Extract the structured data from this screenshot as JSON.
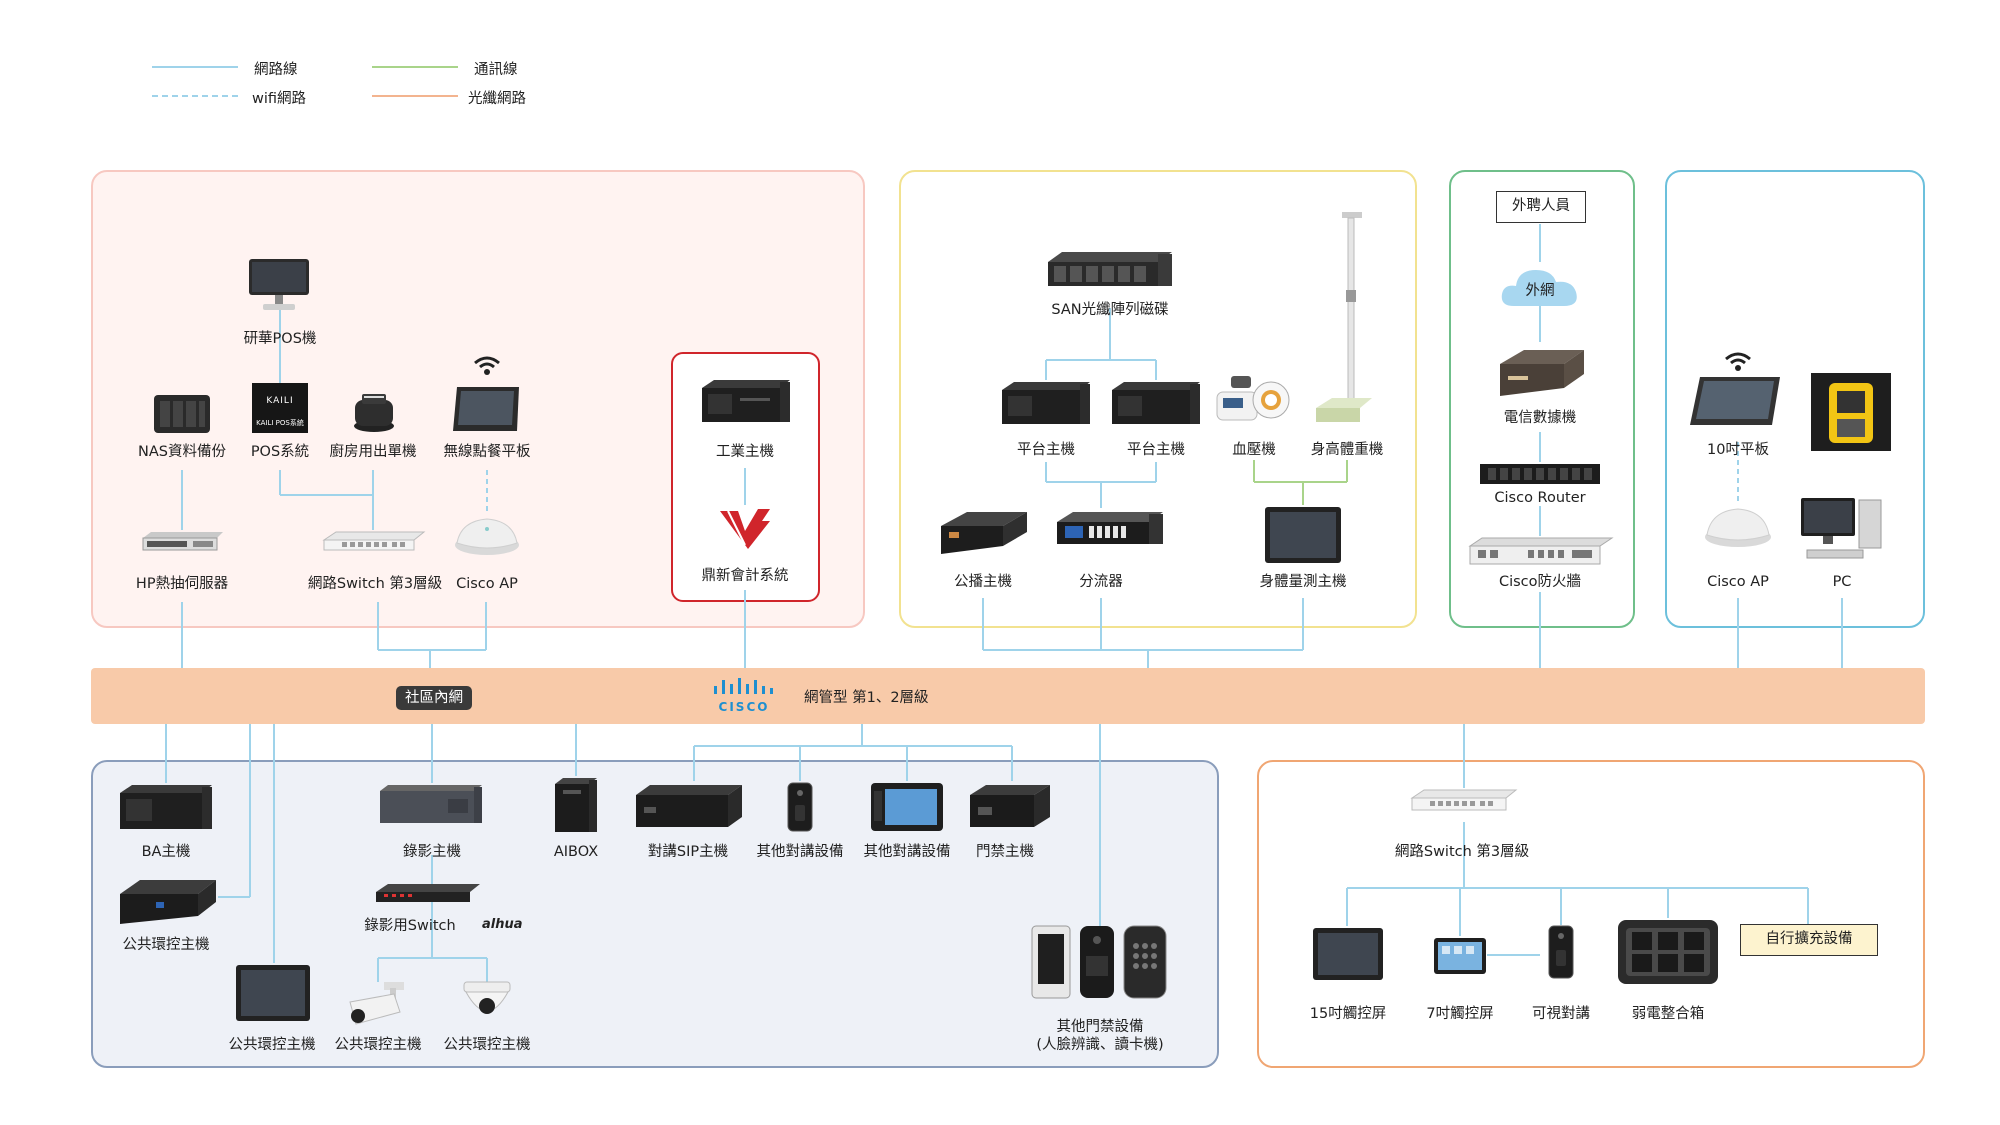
{
  "legend": {
    "network_line": "網路線",
    "wifi_network": "wifi網路",
    "comm_line": "通訊線",
    "fiber_network": "光纖網路"
  },
  "colors": {
    "network_line": "#9fd3ea",
    "comm_line": "#a9d48a",
    "fiber_line": "#f3b48f",
    "backbone": "#f7c9a8",
    "zone_red": "#f5b8b0",
    "zone_yellow": "#f2e290",
    "zone_green": "#6fbf8a",
    "zone_blue": "#6cc0dc",
    "zone_navy": "#7f93b3",
    "zone_orange": "#f0a673",
    "highlight_red": "#d0252b"
  },
  "backbone": {
    "badge": "社區內網",
    "brand": "CISCO",
    "text": "網管型 第1、2層級"
  },
  "zone_pos": {
    "pos_terminal": "研華POS機",
    "nas": "NAS資料備份",
    "pos_system": "POS系統",
    "kitchen_printer": "廚房用出單機",
    "wireless_tablet": "無線點餐平板",
    "hp_server": "HP熱抽伺服器",
    "switch_l3": "網路Switch 第3層級",
    "cisco_ap": "Cisco AP",
    "kaili_logo_line1": "KAILI",
    "kaili_logo_line2": "KAILI POS系統"
  },
  "zone_accounting": {
    "industrial_pc": "工業主機",
    "accounting_system": "鼎新會計系統"
  },
  "zone_health": {
    "san": "SAN光纖陣列磁碟",
    "platform_host_1": "平台主機",
    "platform_host_2": "平台主機",
    "blood_pressure": "血壓機",
    "height_weight": "身高體重機",
    "broadcast_host": "公播主機",
    "splitter": "分流器",
    "body_measure_host": "身體量測主機"
  },
  "zone_external": {
    "outsourced": "外聘人員",
    "internet": "外網",
    "telecom_modem": "電信數據機",
    "cisco_router": "Cisco Router",
    "cisco_firewall": "Cisco防火牆"
  },
  "zone_tablet": {
    "tablet_10": "10吋平板",
    "cisco_ap": "Cisco AP",
    "pc": "PC"
  },
  "zone_building": {
    "ba_host": "BA主機",
    "public_env_host_1": "公共環控主機",
    "public_env_host_2": "公共環控主機",
    "camera_host_1": "公共環控主機",
    "camera_host_2": "公共環控主機",
    "nvr_host": "錄影主機",
    "nvr_switch": "錄影用Switch",
    "dahua_brand": "alhua",
    "aibox": "AIBOX",
    "sip_host": "對講SIP主機",
    "intercom_1": "其他對講設備",
    "intercom_2": "其他對講設備",
    "access_host": "門禁主機",
    "access_devices_line1": "其他門禁設備",
    "access_devices_line2": "(人臉辨識、讀卡機)"
  },
  "zone_control": {
    "switch_l3": "網路Switch 第3層級",
    "touch_15": "15吋觸控屏",
    "touch_7": "7吋觸控屏",
    "video_intercom": "可視對講",
    "weak_current_box": "弱電整合箱",
    "expansion": "自行擴充設備"
  }
}
